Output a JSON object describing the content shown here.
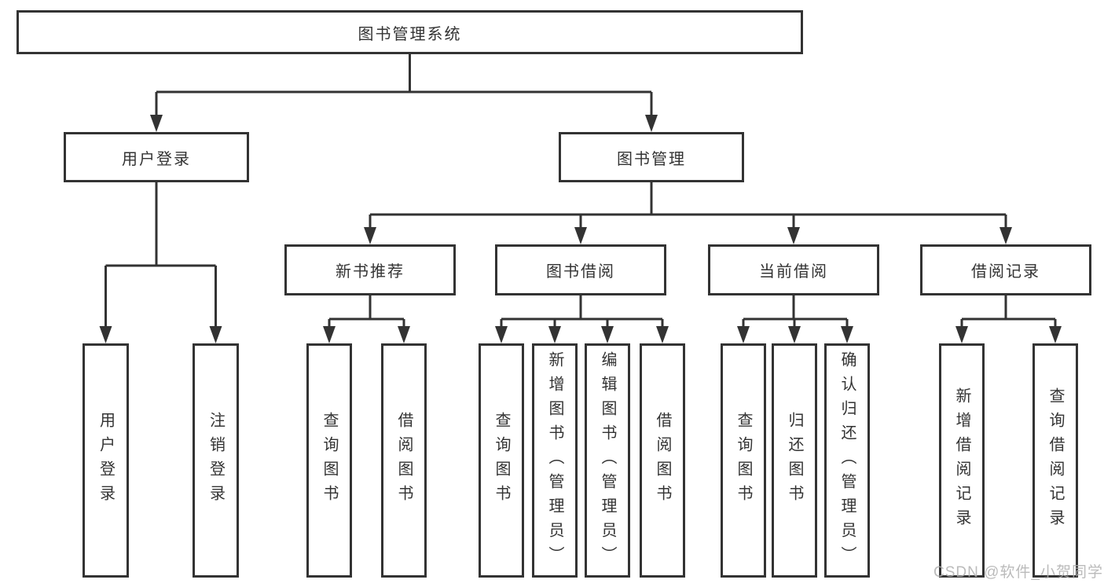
{
  "diagram": {
    "root": {
      "label": "图书管理系统"
    },
    "branches": [
      {
        "label": "用户登录",
        "children": [
          {
            "label": "用户登录"
          },
          {
            "label": "注销登录"
          }
        ]
      },
      {
        "label": "图书管理",
        "children": [
          {
            "label": "新书推荐",
            "children": [
              {
                "label": "查询图书"
              },
              {
                "label": "借阅图书"
              }
            ]
          },
          {
            "label": "图书借阅",
            "children": [
              {
                "label": "查询图书"
              },
              {
                "label": "新增图书（管理员）"
              },
              {
                "label": "编辑图书（管理员）"
              },
              {
                "label": "借阅图书"
              }
            ]
          },
          {
            "label": "当前借阅",
            "children": [
              {
                "label": "查询图书"
              },
              {
                "label": "归还图书"
              },
              {
                "label": "确认归还（管理员）"
              }
            ]
          },
          {
            "label": "借阅记录",
            "children": [
              {
                "label": "新增借阅记录"
              },
              {
                "label": "查询借阅记录"
              }
            ]
          }
        ]
      }
    ]
  },
  "watermark": {
    "text": "CSDN @软件_小贺同学"
  },
  "colors": {
    "line": "#333333",
    "text": "#333333",
    "box_background": "#ffffff",
    "page_background": "#ffffff",
    "watermark": "#afafaf"
  }
}
